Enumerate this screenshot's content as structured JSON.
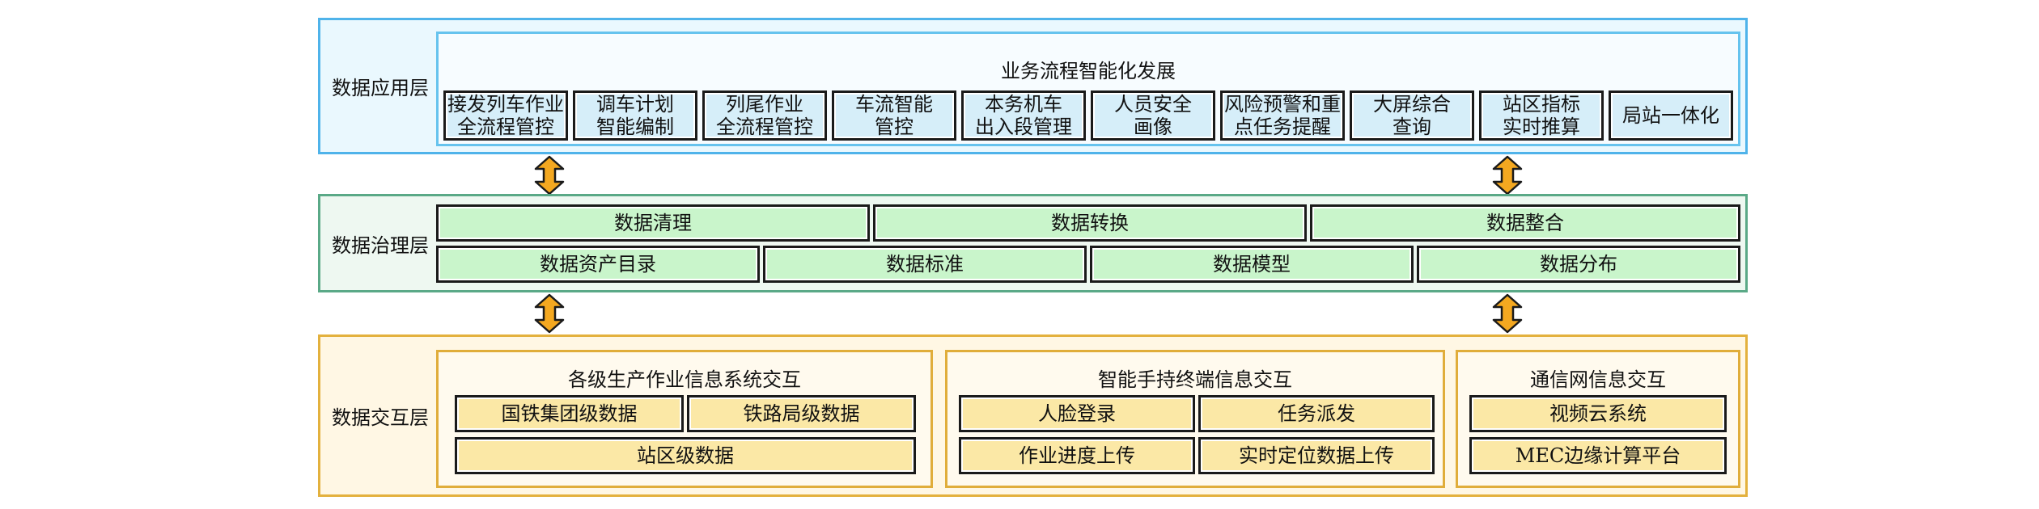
{
  "app_layer": {
    "label": "数据应用层",
    "title": "业务流程智能化发展",
    "items": [
      "接发列车作业\n全流程管控",
      "调车计划\n智能编制",
      "列尾作业\n全流程管控",
      "车流智能\n管控",
      "本务机车\n出入段管理",
      "人员安全\n画像",
      "风险预警和重\n点任务提醒",
      "大屏综合\n查询",
      "站区指标\n实时推算",
      "局站一体化"
    ]
  },
  "gov_layer": {
    "label": "数据治理层",
    "row1": [
      "数据清理",
      "数据转换",
      "数据整合"
    ],
    "row2": [
      "数据资产目录",
      "数据标准",
      "数据模型",
      "数据分布"
    ]
  },
  "int_layer": {
    "label": "数据交互层",
    "production": {
      "title": "各级生产作业信息系统交互",
      "items": [
        "国铁集团级数据",
        "铁路局级数据",
        "站区级数据"
      ]
    },
    "handheld": {
      "title": "智能手持终端信息交互",
      "items": [
        "人脸登录",
        "任务派发",
        "作业进度上传",
        "实时定位数据上传"
      ]
    },
    "network": {
      "title": "通信网信息交互",
      "items": [
        "视频云系统",
        "MEC边缘计算平台"
      ]
    }
  },
  "colors": {
    "arrow_fill": "#f4a820",
    "app_border": "#4fb3ea",
    "gov_border": "#5aa987",
    "int_border": "#e3b13e"
  }
}
